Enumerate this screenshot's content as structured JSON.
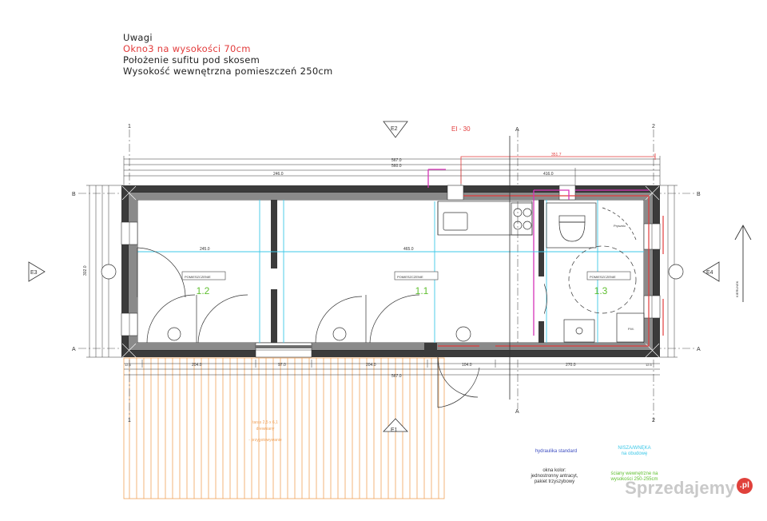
{
  "notes": {
    "title": "Uwagi",
    "line1": "Okno3 na wysokości 70cm",
    "line2": "Położenie sufitu pod skosem",
    "line3": "Wysokość wewnętrzna pomieszczeń 250cm"
  },
  "axes": {
    "col_left": "1",
    "col_right": "2",
    "row_top": "B",
    "row_bottom": "A",
    "section": "A"
  },
  "elevations": {
    "e1": "E1",
    "e2": "E2",
    "e3": "E3",
    "e4": "E4"
  },
  "fire_rating": "EI - 30",
  "rooms": {
    "r1": "1.1",
    "r2": "1.2",
    "r3": "1.3"
  },
  "dimensions": {
    "overall_top": "567.0",
    "overall_top_inner": "560.0",
    "top_seg1": "246.0",
    "top_seg2": "416.0",
    "red_seg": "351.7",
    "bottom_seg1": "204.0",
    "bottom_seg2": "97.0",
    "bottom_seg3": "204.0",
    "bottom_seg4": "104.0",
    "bottom_seg5": "270.0",
    "overall_bottom": "567.0",
    "width_room12": "245.0",
    "width_room11": "465.0",
    "left_height": "302.0",
    "bottom_small1": "12.5",
    "bottom_small2": "12.5"
  },
  "labels": {
    "pomieszczenie": "POMIESZCZENIE",
    "prysznic": "Prysznic",
    "pm": "P.M."
  },
  "legend": {
    "hydraulika": "hydraulika standard",
    "okna": "okna kolor:",
    "okna2": "jednostronny antracyt,",
    "okna3": "pakiet trzyszybowy",
    "deck": "taras 2,5 x 6,1",
    "deck2": "drewniany",
    "deck3": "- przygotowywanie",
    "cyan1": "NISZA/WNĘKA",
    "cyan2": "na obudowę",
    "green1": "ściany wewnętrzne na",
    "green2": "wysokości 250-255cm"
  },
  "north_arrow": "KIERUNEK"
}
